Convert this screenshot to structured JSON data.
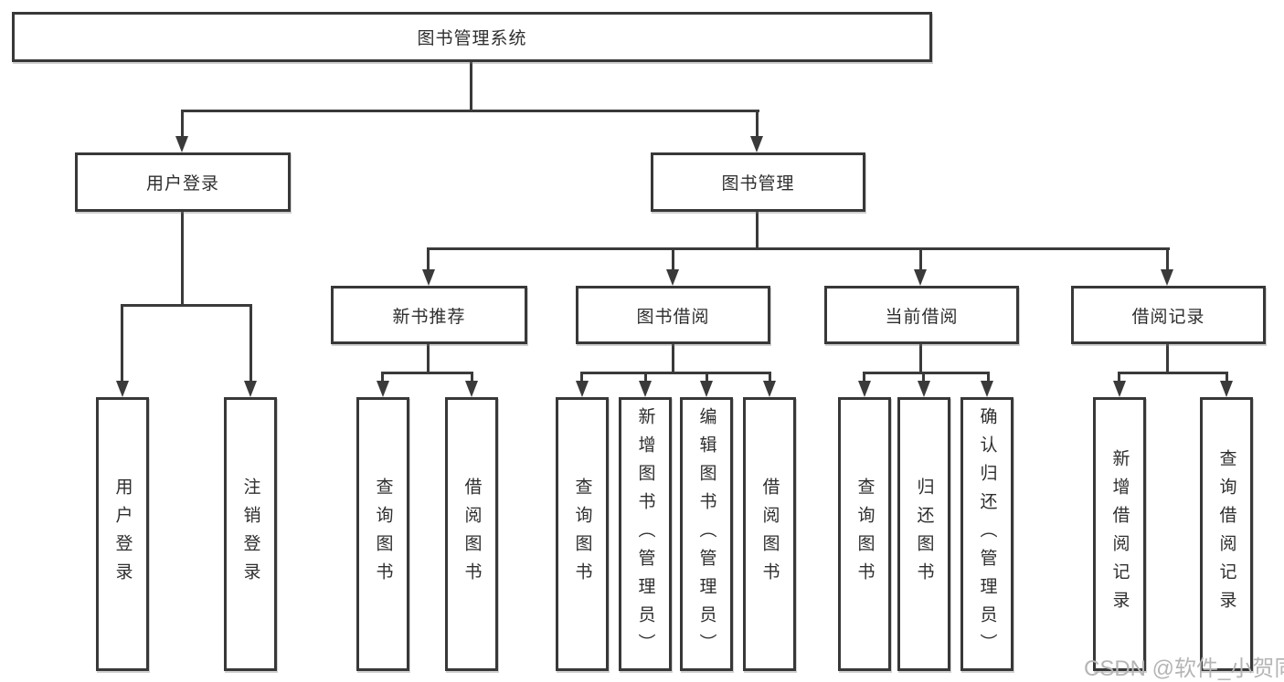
{
  "diagram": {
    "type": "hierarchy-tree",
    "tree": {
      "label": "图书管理系统",
      "children": [
        {
          "label": "用户登录",
          "children": [
            {
              "label": "用户登录"
            },
            {
              "label": "注销登录"
            }
          ]
        },
        {
          "label": "图书管理",
          "children": [
            {
              "label": "新书推荐",
              "children": [
                {
                  "label": "查询图书"
                },
                {
                  "label": "借阅图书"
                }
              ]
            },
            {
              "label": "图书借阅",
              "children": [
                {
                  "label": "查询图书"
                },
                {
                  "label": "新增图书（管理员）"
                },
                {
                  "label": "编辑图书（管理员）"
                },
                {
                  "label": "借阅图书"
                }
              ]
            },
            {
              "label": "当前借阅",
              "children": [
                {
                  "label": "查询图书"
                },
                {
                  "label": "归还图书"
                },
                {
                  "label": "确认归还（管理员）"
                }
              ]
            },
            {
              "label": "借阅记录",
              "children": [
                {
                  "label": "新增借阅记录"
                },
                {
                  "label": "查询借阅记录"
                }
              ]
            }
          ]
        }
      ]
    }
  },
  "watermark": "CSDN @软件_小贺同学",
  "colors": {
    "line": "#3a3a3a",
    "box_border": "#383838",
    "text": "#2e2e2e",
    "background": "#ffffff",
    "watermark": "#b5b5b5"
  }
}
